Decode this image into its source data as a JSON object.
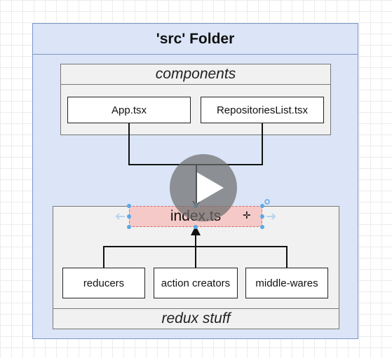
{
  "diagram": {
    "outer_title": "'src' Folder",
    "components_group": {
      "title": "components",
      "nodes": [
        "App.tsx",
        "RepositoriesList.tsx"
      ]
    },
    "index_node": "index.ts",
    "redux_group": {
      "title": "redux stuff",
      "nodes": [
        "reducers",
        "action creators",
        "middle-wares"
      ]
    }
  },
  "colors": {
    "outer_fill": "#dbe5f7",
    "outer_border": "#7b93c4",
    "group_fill": "#f1f1f1",
    "index_fill": "#f4c9c7",
    "selection_handle": "#5aa9e6"
  },
  "overlay": {
    "icon": "play-icon"
  }
}
